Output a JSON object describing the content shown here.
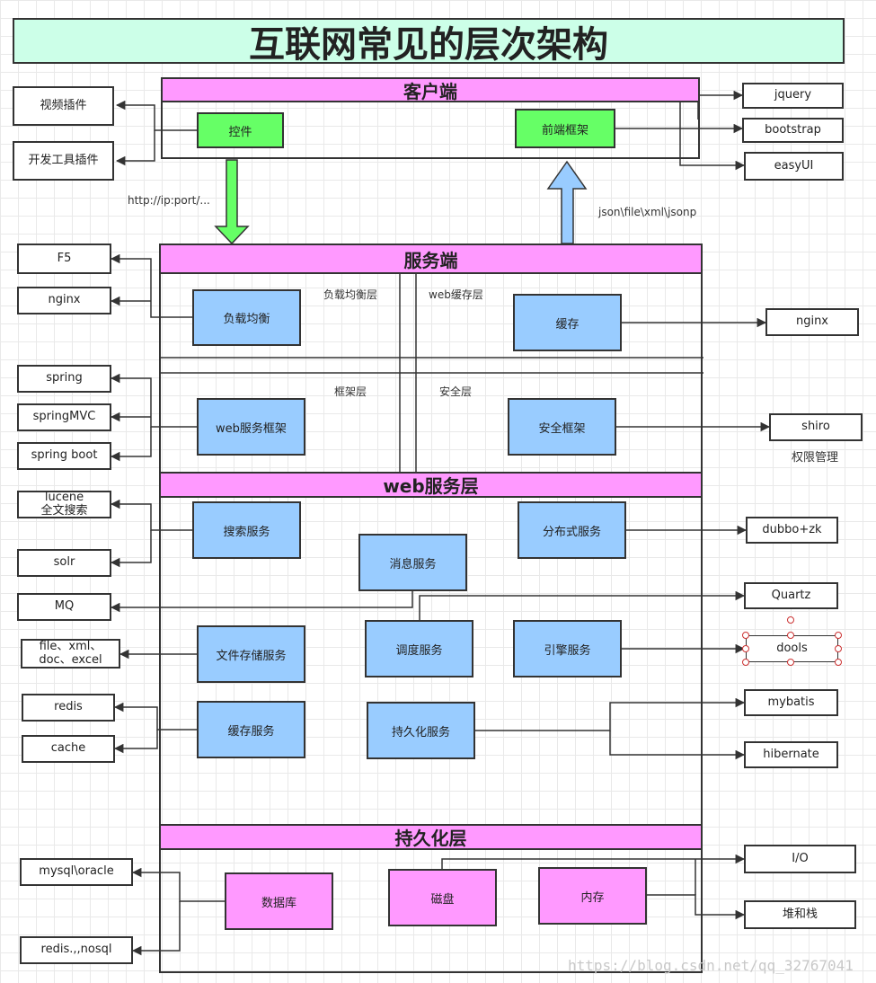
{
  "title": "互联网常见的层次架构",
  "layers": {
    "client": "客户端",
    "server": "服务端",
    "web": "web服务层",
    "persist": "持久化层"
  },
  "client": {
    "control": "控件",
    "frontend_framework": "前端框架",
    "plugins": [
      "视频插件",
      "开发工具插件"
    ],
    "frontend_libs": [
      "jquery",
      "bootstrap",
      "easyUI"
    ]
  },
  "arrows": {
    "request_label": "http://ip:port/...",
    "response_label": "json\\file\\xml\\jsonp"
  },
  "server": {
    "load_balance_layer": "负载均衡层",
    "web_cache_layer": "web缓存层",
    "framework_layer": "框架层",
    "security_layer": "安全层",
    "load_balance": "负载均衡",
    "cache": "缓存",
    "web_framework": "web服务框架",
    "security_framework": "安全框架",
    "lb_options": [
      "F5",
      "nginx"
    ],
    "cache_option": "nginx",
    "framework_options": [
      "spring",
      "springMVC",
      "spring boot"
    ],
    "security_option": "shiro",
    "security_note": "权限管理"
  },
  "web": {
    "search": "搜索服务",
    "message": "消息服务",
    "distributed": "分布式服务",
    "file_storage": "文件存储服务",
    "scheduling": "调度服务",
    "engine": "引擎服务",
    "cache_service": "缓存服务",
    "persistence_service": "持久化服务",
    "search_options": [
      [
        "lucene",
        "全文搜索"
      ],
      [
        "solr"
      ]
    ],
    "mq": "MQ",
    "distributed_option": "dubbo+zk",
    "file_option": [
      "file、xml、",
      "doc、excel"
    ],
    "quartz": "Quartz",
    "drools": "dools",
    "cache_options": [
      "redis",
      "cache"
    ],
    "orm_options": [
      "mybatis",
      "hibernate"
    ]
  },
  "persist": {
    "database": "数据库",
    "disk": "磁盘",
    "memory": "内存",
    "db_options": [
      "mysql\\oracle",
      "redis.,,nosql"
    ],
    "io": "I/O",
    "heap_stack": "堆和栈"
  },
  "watermark": "https://blog.csdn.net/qq_32767041",
  "colors": {
    "title_bg": "#ccffe8",
    "layer_header": "#ff99ff",
    "service_box": "#99ccff",
    "client_box": "#66ff66",
    "storage_box": "#ff99ff",
    "request_arrow": "#66ff66",
    "response_arrow": "#99ccff"
  }
}
